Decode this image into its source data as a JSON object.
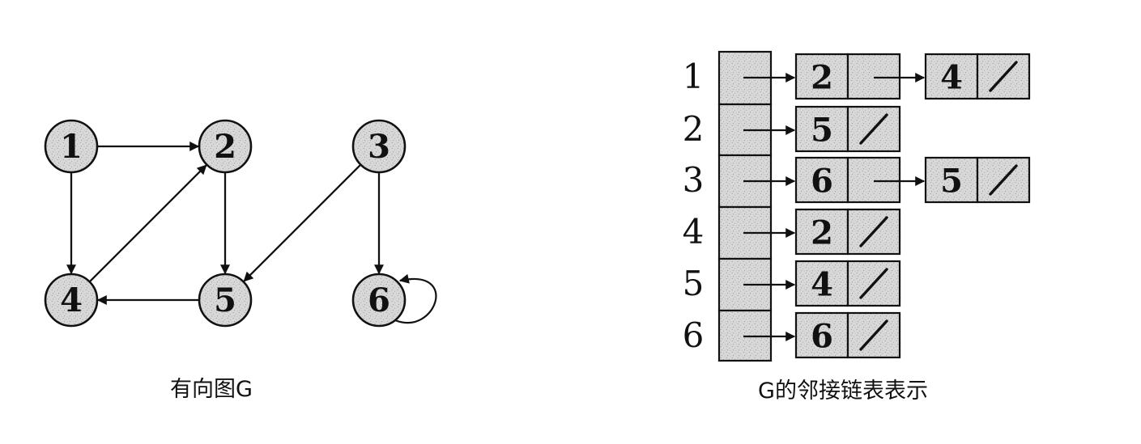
{
  "graph": {
    "caption": "有向图G",
    "nodes": [
      {
        "id": "1",
        "label": "1"
      },
      {
        "id": "2",
        "label": "2"
      },
      {
        "id": "3",
        "label": "3"
      },
      {
        "id": "4",
        "label": "4"
      },
      {
        "id": "5",
        "label": "5"
      },
      {
        "id": "6",
        "label": "6"
      }
    ],
    "edges": [
      {
        "from": "1",
        "to": "2"
      },
      {
        "from": "1",
        "to": "4"
      },
      {
        "from": "2",
        "to": "5"
      },
      {
        "from": "3",
        "to": "5"
      },
      {
        "from": "3",
        "to": "6"
      },
      {
        "from": "4",
        "to": "2"
      },
      {
        "from": "5",
        "to": "4"
      },
      {
        "from": "6",
        "to": "6"
      }
    ]
  },
  "adjacency": {
    "caption": "G的邻接链表表示",
    "rows": [
      {
        "label": "1",
        "nodes": [
          "2",
          "4"
        ]
      },
      {
        "label": "2",
        "nodes": [
          "5"
        ]
      },
      {
        "label": "3",
        "nodes": [
          "6",
          "5"
        ]
      },
      {
        "label": "4",
        "nodes": [
          "2"
        ]
      },
      {
        "label": "5",
        "nodes": [
          "4"
        ]
      },
      {
        "label": "6",
        "nodes": [
          "6"
        ]
      }
    ]
  },
  "colors": {
    "node_fill": "#d4d4d4",
    "stroke": "#111111"
  }
}
